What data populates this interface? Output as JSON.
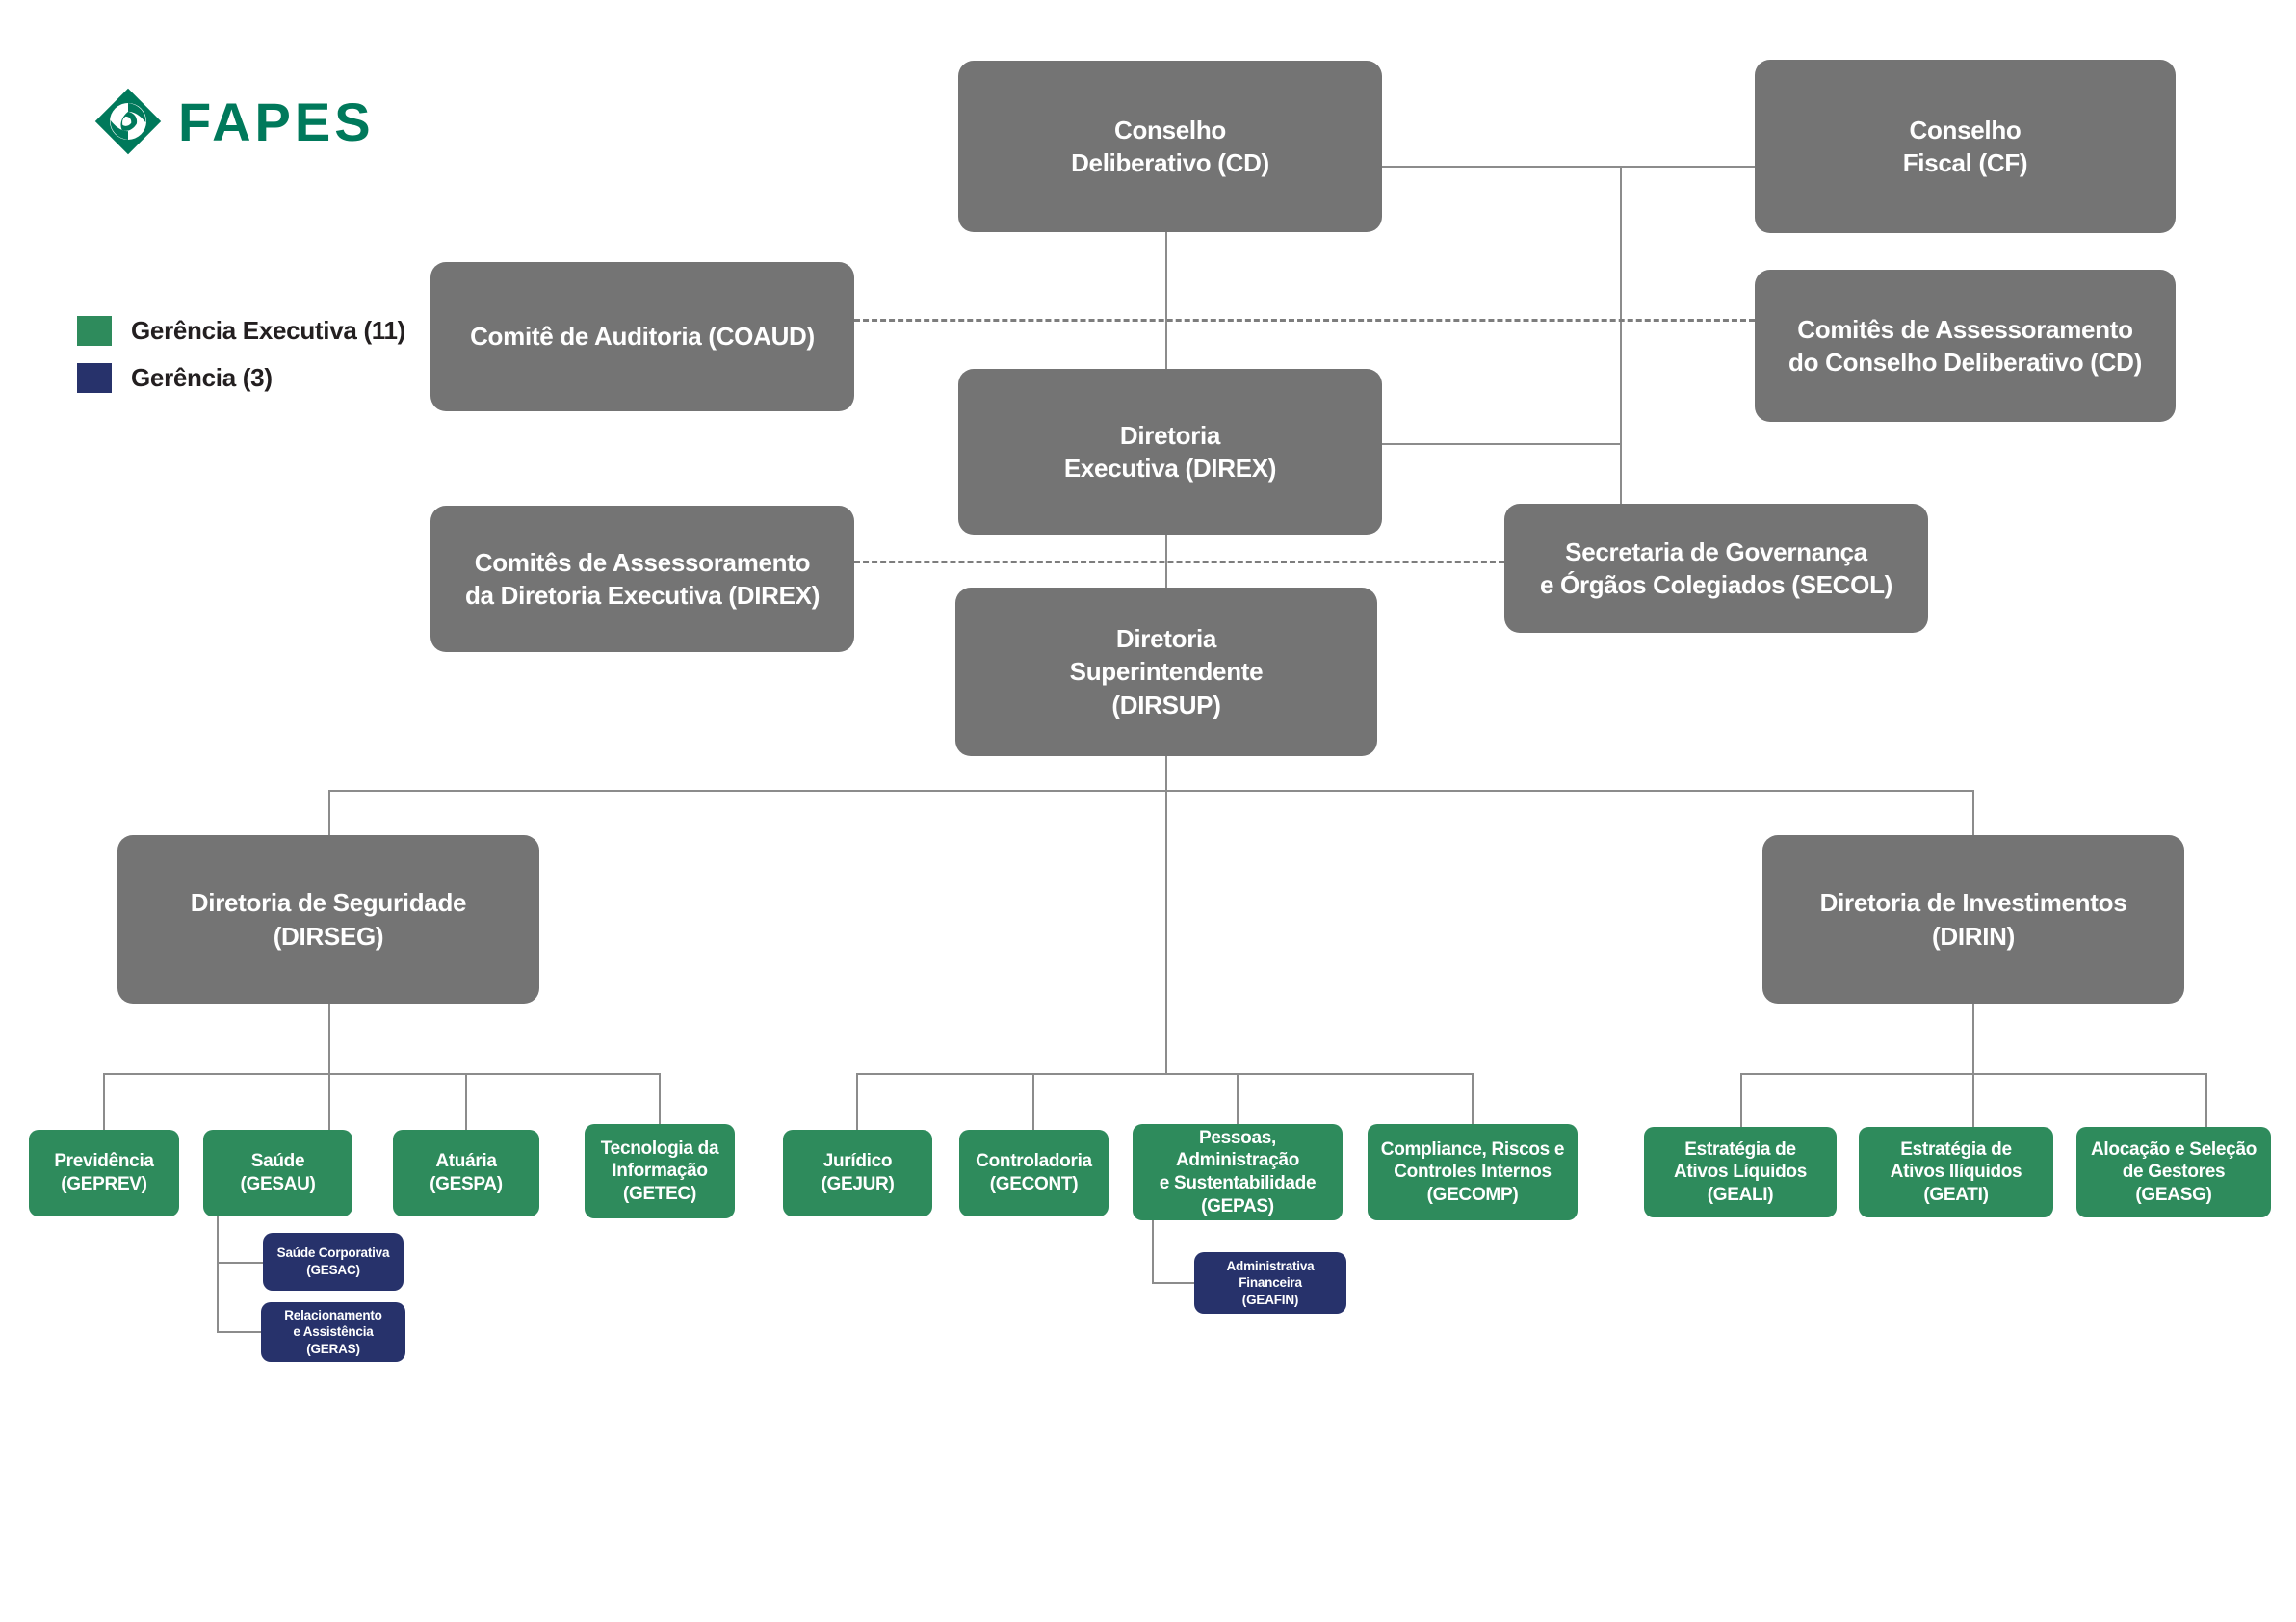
{
  "brand": {
    "name": "FAPES"
  },
  "legend": {
    "items": [
      {
        "label": "Gerência Executiva (11)",
        "color": "#2E8B5C"
      },
      {
        "label": "Gerência (3)",
        "color": "#27326B"
      }
    ]
  },
  "colors": {
    "board_box": "#747474",
    "exec_box": "#2E8B5C",
    "mgmt_box": "#27326B",
    "connector": "#8C8C8C",
    "box_text": "#FFFFFF",
    "brand_green": "#00795B",
    "legend_text": "#231F20"
  },
  "org": {
    "nodes": [
      {
        "id": "cd",
        "type": "board",
        "lines": [
          "Conselho",
          "Deliberativo (CD)"
        ]
      },
      {
        "id": "cf",
        "type": "board",
        "lines": [
          "Conselho",
          "Fiscal (CF)"
        ]
      },
      {
        "id": "coaud",
        "type": "board",
        "lines": [
          "Comitê de Auditoria (COAUD)"
        ]
      },
      {
        "id": "comites-cd",
        "type": "board",
        "lines": [
          "Comitês de Assessoramento",
          "do Conselho Deliberativo (CD)"
        ]
      },
      {
        "id": "direx",
        "type": "board",
        "lines": [
          "Diretoria",
          "Executiva (DIREX)"
        ]
      },
      {
        "id": "comites-direx",
        "type": "board",
        "lines": [
          "Comitês de Assessoramento",
          "da Diretoria Executiva (DIREX)"
        ]
      },
      {
        "id": "secol",
        "type": "board",
        "lines": [
          "Secretaria de Governança",
          "e Órgãos Colegiados (SECOL)"
        ]
      },
      {
        "id": "dirsup",
        "type": "board",
        "lines": [
          "Diretoria",
          "Superintendente",
          "(DIRSUP)"
        ]
      },
      {
        "id": "dirseg",
        "type": "board",
        "lines": [
          "Diretoria de Seguridade",
          "(DIRSEG)"
        ]
      },
      {
        "id": "dirin",
        "type": "board",
        "lines": [
          "Diretoria de Investimentos",
          "(DIRIN)"
        ]
      },
      {
        "id": "geprev",
        "type": "exec",
        "lines": [
          "Previdência",
          "(GEPREV)"
        ]
      },
      {
        "id": "gesau",
        "type": "exec",
        "lines": [
          "Saúde",
          "(GESAU)"
        ]
      },
      {
        "id": "gespa",
        "type": "exec",
        "lines": [
          "Atuária",
          "(GESPA)"
        ]
      },
      {
        "id": "getec",
        "type": "exec",
        "lines": [
          "Tecnologia da",
          "Informação",
          "(GETEC)"
        ]
      },
      {
        "id": "gejur",
        "type": "exec",
        "lines": [
          "Jurídico",
          "(GEJUR)"
        ]
      },
      {
        "id": "gecont",
        "type": "exec",
        "lines": [
          "Controladoria",
          "(GECONT)"
        ]
      },
      {
        "id": "gepas",
        "type": "exec",
        "lines": [
          "Pessoas, Administração",
          "e Sustentabilidade",
          "(GEPAS)"
        ]
      },
      {
        "id": "gecomp",
        "type": "exec",
        "lines": [
          "Compliance, Riscos e",
          "Controles Internos",
          "(GECOMP)"
        ]
      },
      {
        "id": "geali",
        "type": "exec",
        "lines": [
          "Estratégia de",
          "Ativos Líquidos",
          "(GEALI)"
        ]
      },
      {
        "id": "geati",
        "type": "exec",
        "lines": [
          "Estratégia de",
          "Ativos Ilíquidos",
          "(GEATI)"
        ]
      },
      {
        "id": "geasg",
        "type": "exec",
        "lines": [
          "Alocação e Seleção",
          "de Gestores",
          "(GEASG)"
        ]
      },
      {
        "id": "gesac",
        "type": "mgmt",
        "lines": [
          "Saúde Corporativa",
          "(GESAC)"
        ]
      },
      {
        "id": "geras",
        "type": "mgmt",
        "lines": [
          "Relacionamento",
          "e Assistência (GERAS)"
        ]
      },
      {
        "id": "geafin",
        "type": "mgmt",
        "lines": [
          "Administrativa",
          "Financeira",
          "(GEAFIN)"
        ]
      }
    ]
  }
}
